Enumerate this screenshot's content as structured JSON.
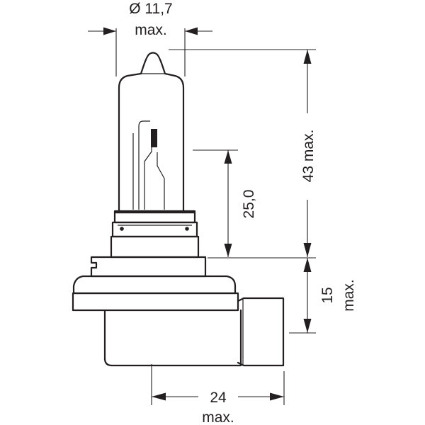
{
  "dimensions": {
    "diameter": {
      "value": "Ø 11,7",
      "note": "max."
    },
    "filament_height": {
      "value": "25,0"
    },
    "total_height": {
      "value": "43 max."
    },
    "base_height": {
      "value": "15",
      "note": "max."
    },
    "width": {
      "value": "24",
      "note": "max."
    }
  },
  "colors": {
    "ink": "#231f20",
    "paper": "#ffffff"
  }
}
